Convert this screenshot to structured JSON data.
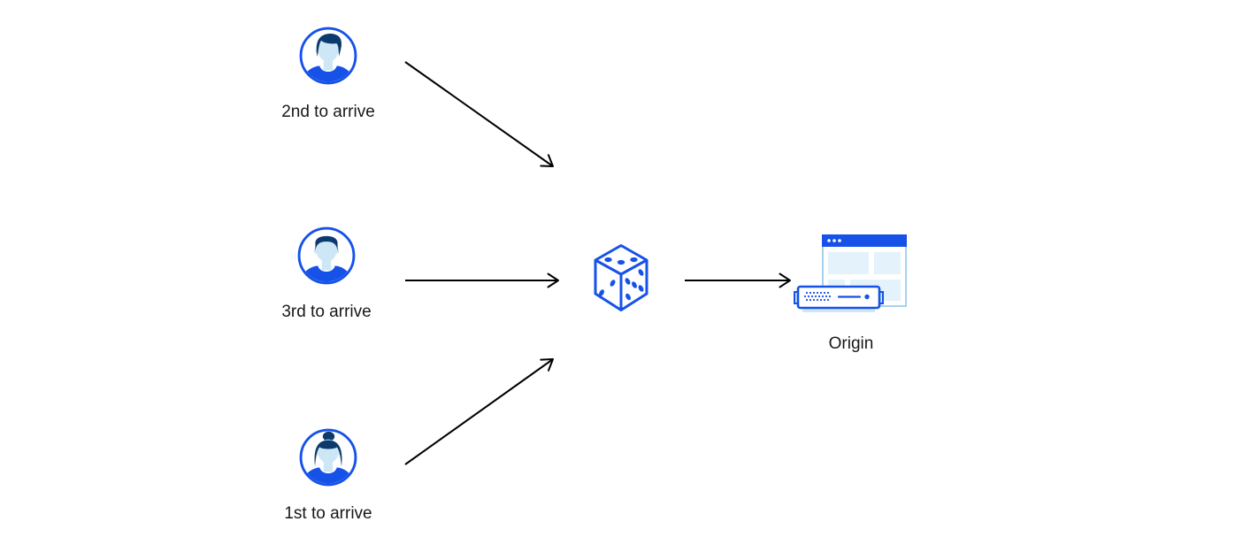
{
  "diagram": {
    "description": "Three visitors routed through a random dice step to an origin server",
    "nodes": {
      "visitor_top": {
        "label": "2nd to arrive",
        "icon": "person-avatar-icon"
      },
      "visitor_middle": {
        "label": "3rd to arrive",
        "icon": "person-avatar-icon"
      },
      "visitor_bottom": {
        "label": "1st to arrive",
        "icon": "person-avatar-icon"
      },
      "dice": {
        "label": "",
        "icon": "dice-icon"
      },
      "origin": {
        "label": "Origin",
        "icon": "origin-server-icon"
      }
    },
    "edges": [
      {
        "from": "visitor_top",
        "to": "dice"
      },
      {
        "from": "visitor_middle",
        "to": "dice"
      },
      {
        "from": "visitor_bottom",
        "to": "dice"
      },
      {
        "from": "dice",
        "to": "origin"
      }
    ],
    "colors": {
      "brand_blue": "#1652e8",
      "dark_navy": "#0d3a6e",
      "skin_light_blue": "#cde7f6",
      "pale_blue_fill": "#e4f2fb",
      "window_border_blue": "#a6d2ee",
      "arrow_black": "#000000",
      "label_text": "#17181a"
    }
  }
}
